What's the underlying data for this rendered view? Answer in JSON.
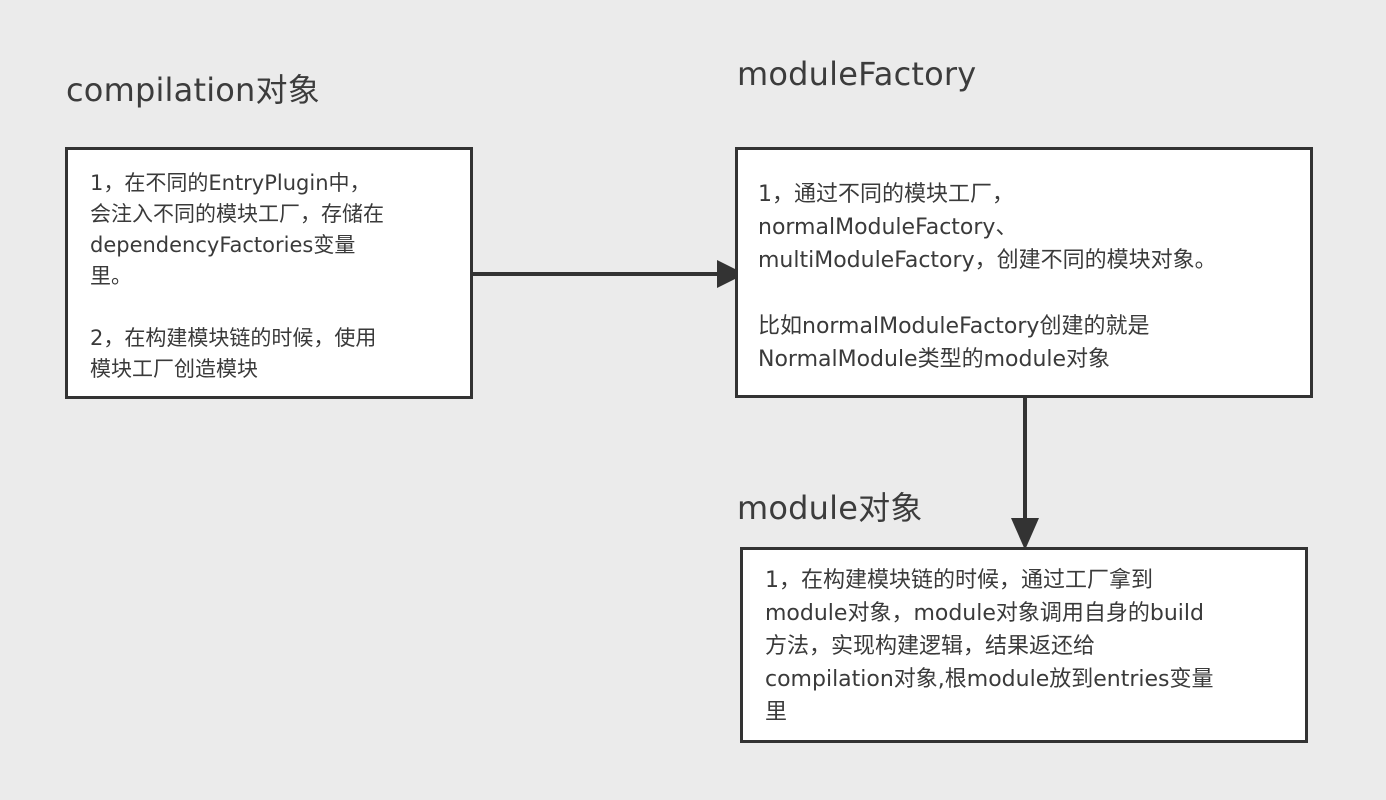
{
  "canvas": {
    "background_color": "#ebebeb",
    "stroke_color": "#333333",
    "text_color": "#3a3a3a",
    "box_fill": "#ffffff"
  },
  "nodes": [
    {
      "id": "compilation",
      "title": "compilation对象",
      "paragraphs": [
        "1，在不同的EntryPlugin中，\n会注入不同的模块工厂，存储在\ndependencyFactories变量\n里。",
        "2，在构建模块链的时候，使用\n模块工厂创造模块"
      ]
    },
    {
      "id": "modulefactory",
      "title": "moduleFactory",
      "paragraphs": [
        "1，通过不同的模块工厂，\nnormalModuleFactory、\nmultiModuleFactory，创建不同的模块对象。",
        "比如normalModuleFactory创建的就是\nNormalModule类型的module对象"
      ]
    },
    {
      "id": "module",
      "title": "module对象",
      "paragraphs": [
        "1，在构建模块链的时候，通过工厂拿到\nmodule对象，module对象调用自身的build\n方法，实现构建逻辑，结果返还给\ncompilation对象,根module放到entries变量\n里"
      ]
    }
  ],
  "connectors": [
    {
      "id": "compilation-to-modulefactory",
      "direction": "right",
      "from": "compilation",
      "to": "modulefactory"
    },
    {
      "id": "modulefactory-to-module",
      "direction": "down",
      "from": "modulefactory",
      "to": "module"
    }
  ]
}
